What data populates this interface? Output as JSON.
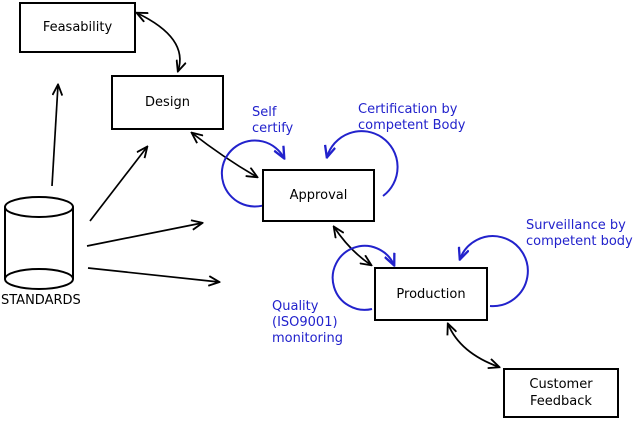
{
  "nodes": {
    "feasability": {
      "label": "Feasability"
    },
    "design": {
      "label": "Design"
    },
    "approval": {
      "label": "Approval"
    },
    "production": {
      "label": "Production"
    },
    "customer_feedback": {
      "line1": "Customer",
      "line2": "Feedback"
    },
    "standards": {
      "label": "STANDARDS"
    }
  },
  "annotations": {
    "self_certify": {
      "line1": "Self",
      "line2": "certify"
    },
    "certification": {
      "line1": "Certification by",
      "line2": "competent Body"
    },
    "surveillance": {
      "line1": "Surveillance by",
      "line2": "competent body"
    },
    "quality_monitoring": {
      "line1": "Quality",
      "line2": "(ISO9001)",
      "line3": "monitoring"
    }
  },
  "colors": {
    "line": "#000000",
    "annotation": "#2222cc",
    "background": "#ffffff"
  }
}
